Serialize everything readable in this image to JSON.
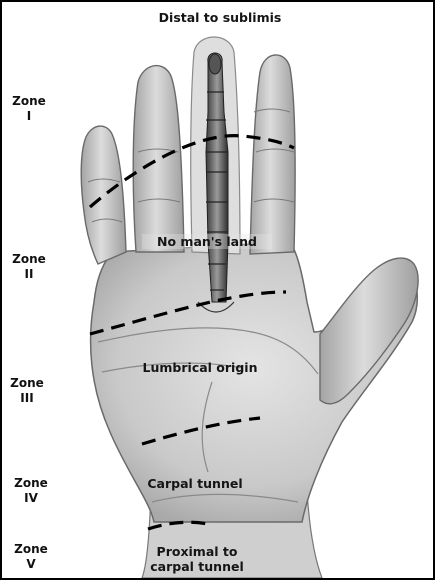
{
  "figure": {
    "zones": [
      {
        "word": "Zone",
        "numeral": "I"
      },
      {
        "word": "Zone",
        "numeral": "II"
      },
      {
        "word": "Zone",
        "numeral": "III"
      },
      {
        "word": "Zone",
        "numeral": "IV"
      },
      {
        "word": "Zone",
        "numeral": "V"
      }
    ],
    "region_labels": {
      "distal": "Distal to sublimis",
      "no_mans_land": "No man's land",
      "lumbrical": "Lumbrical origin",
      "carpal": "Carpal tunnel",
      "proximal": [
        "Proximal to",
        "carpal tunnel"
      ]
    }
  }
}
